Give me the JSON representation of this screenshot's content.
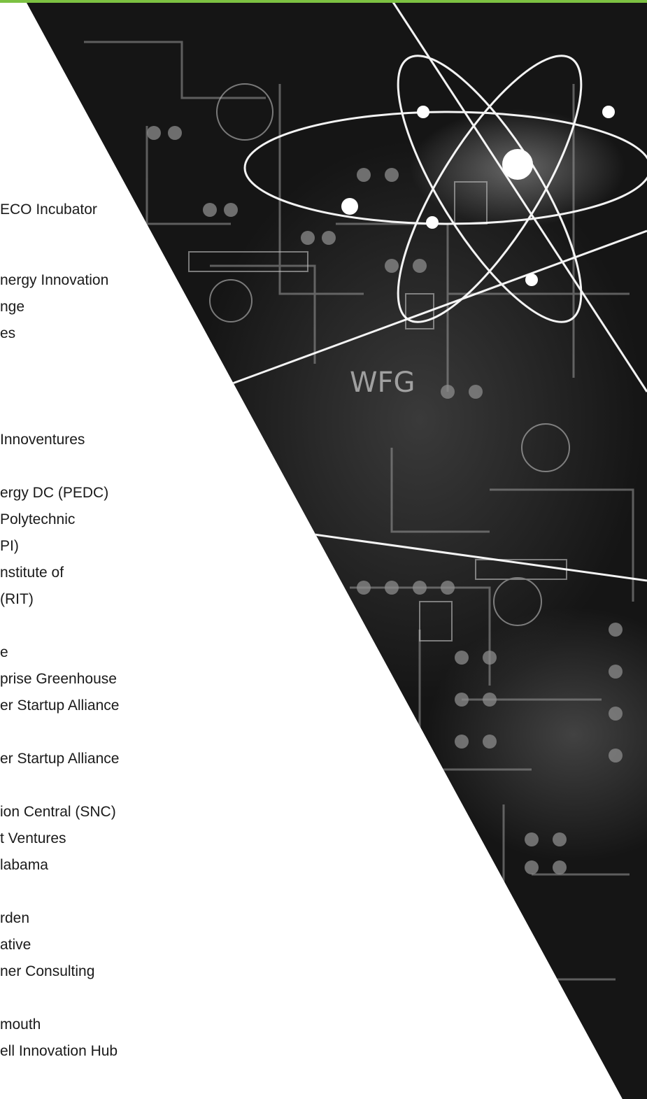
{
  "accent_color": "#7cc142",
  "background_image": "circuit-board-atom-photo",
  "lines": [
    "ECO Incubator",
    "nergy Innovation",
    "nge",
    "es",
    "Innoventures",
    "ergy DC (PEDC)",
    "Polytechnic",
    "PI)",
    "nstitute of",
    "(RIT)",
    "e",
    "prise Greenhouse",
    "er Startup Alliance",
    "er Startup Alliance",
    "ion Central (SNC)",
    "t Ventures",
    "labama",
    "rden",
    "ative",
    "ner Consulting",
    "mouth",
    "ell Innovation Hub"
  ]
}
